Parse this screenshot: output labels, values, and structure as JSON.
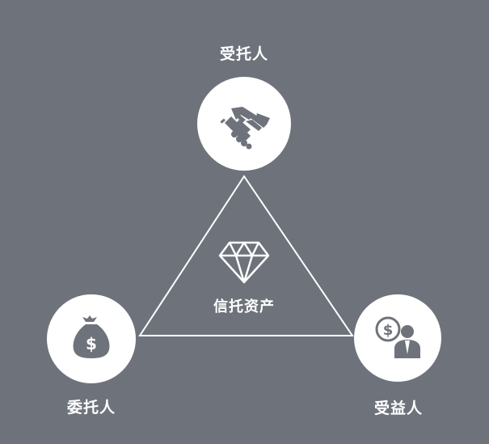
{
  "nodes": {
    "trustee": {
      "label": "受托人",
      "icon": "handshake-icon"
    },
    "settlor": {
      "label": "委托人",
      "icon": "money-bag-icon"
    },
    "beneficiary": {
      "label": "受益人",
      "icon": "dollar-person-icon"
    }
  },
  "center": {
    "label": "信托资产",
    "icon": "diamond-icon"
  },
  "colors": {
    "background": "#6e737b",
    "circle": "#ffffff",
    "icon": "#6e737b",
    "line": "#ffffff"
  }
}
